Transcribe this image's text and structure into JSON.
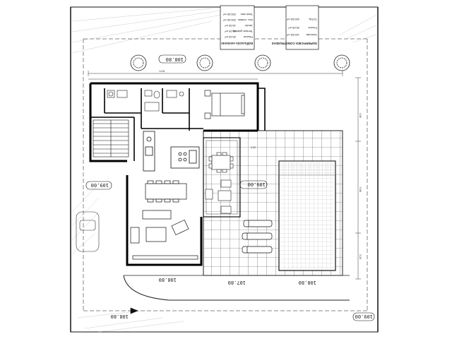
{
  "plan": {
    "left_table": {
      "title": "Edificación existente",
      "rows": [
        {
          "label": "Piscina",
          "value": "35,00 m²"
        },
        {
          "label": "Terraza (planta)",
          "value": "65,00 m²"
        },
        {
          "label": "Jardín",
          "value": "15,00 m²"
        },
        {
          "label": "Acc. rodado",
          "value": "250,00 m²"
        },
        {
          "label": "Total neto",
          "value": "290,00 m²"
        }
      ]
    },
    "right_table": {
      "title": "SUPERFICIES CONSTRUIDAS",
      "rows": [
        {
          "label": "Vivienda",
          "value": "120,00 m²"
        },
        {
          "label": "Porche",
          "value": "35,00 m²"
        },
        {
          "label": "TOTAL",
          "value": "420,00 m²"
        }
      ]
    },
    "elevations": {
      "top": "108.80",
      "left": "109.00",
      "terrace": "109.00",
      "bottom_1": "108.80",
      "bottom_2": "107.80",
      "bottom_3": "108.80",
      "lower_left": "108.80",
      "lower_right": "109.00"
    },
    "dimensions": {
      "top_width": "14.81",
      "right_1": "4.60",
      "right_2": "5.88",
      "right_3": "3.28",
      "mid_1": "3.53"
    }
  }
}
